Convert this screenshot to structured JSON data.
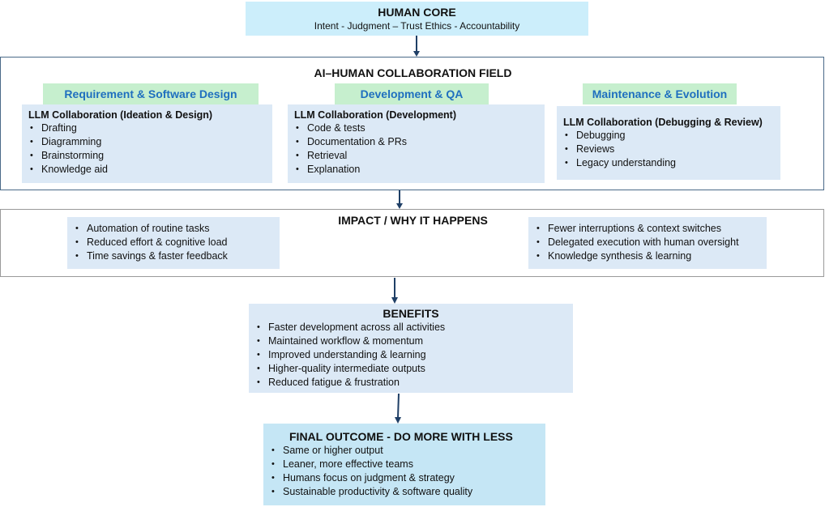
{
  "human_core": {
    "title": "HUMAN CORE",
    "subtitle": "Intent -  Judgment – Trust Ethics - Accountability"
  },
  "collaboration_field": {
    "title": "AI–HUMAN COLLABORATION FIELD",
    "phases": [
      {
        "header": "Requirement & Software Design",
        "box_title": "LLM Collaboration (Ideation & Design)",
        "items": [
          "Drafting",
          "Diagramming",
          "Brainstorming",
          "Knowledge aid"
        ]
      },
      {
        "header": "Development & QA",
        "box_title": "LLM Collaboration (Development)",
        "items": [
          "Code & tests",
          "Documentation & PRs",
          "Retrieval",
          "Explanation"
        ]
      },
      {
        "header": "Maintenance & Evolution",
        "box_title": "LLM Collaboration (Debugging & Review)",
        "items": [
          "Debugging",
          "Reviews",
          "Legacy understanding"
        ]
      }
    ]
  },
  "impact": {
    "title": "IMPACT / WHY IT HAPPENS",
    "left_items": [
      "Automation of routine tasks",
      "Reduced effort & cognitive load",
      "Time savings & faster feedback"
    ],
    "right_items": [
      "Fewer interruptions & context switches",
      "Delegated execution with human oversight",
      "Knowledge synthesis & learning"
    ]
  },
  "benefits": {
    "title": "BENEFITS",
    "items": [
      "Faster development across all activities",
      "Maintained workflow & momentum",
      "Improved understanding & learning",
      "Higher-quality intermediate outputs",
      "Reduced fatigue & frustration"
    ]
  },
  "outcome": {
    "title": "FINAL OUTCOME - DO MORE WITH LESS",
    "items": [
      "Same or higher output",
      "Leaner, more effective teams",
      "Humans focus on judgment & strategy",
      "Sustainable productivity & software quality"
    ]
  },
  "colors": {
    "human_core_bg": "#cceefb",
    "phase_header_bg": "#c6efce",
    "phase_header_text": "#1f6fbf",
    "box_bg": "#dce9f6",
    "outcome_bg": "#c5e6f5",
    "arrow": "#1f3f66",
    "collab_border": "#4a6a88",
    "impact_border": "#9a9a9a"
  }
}
